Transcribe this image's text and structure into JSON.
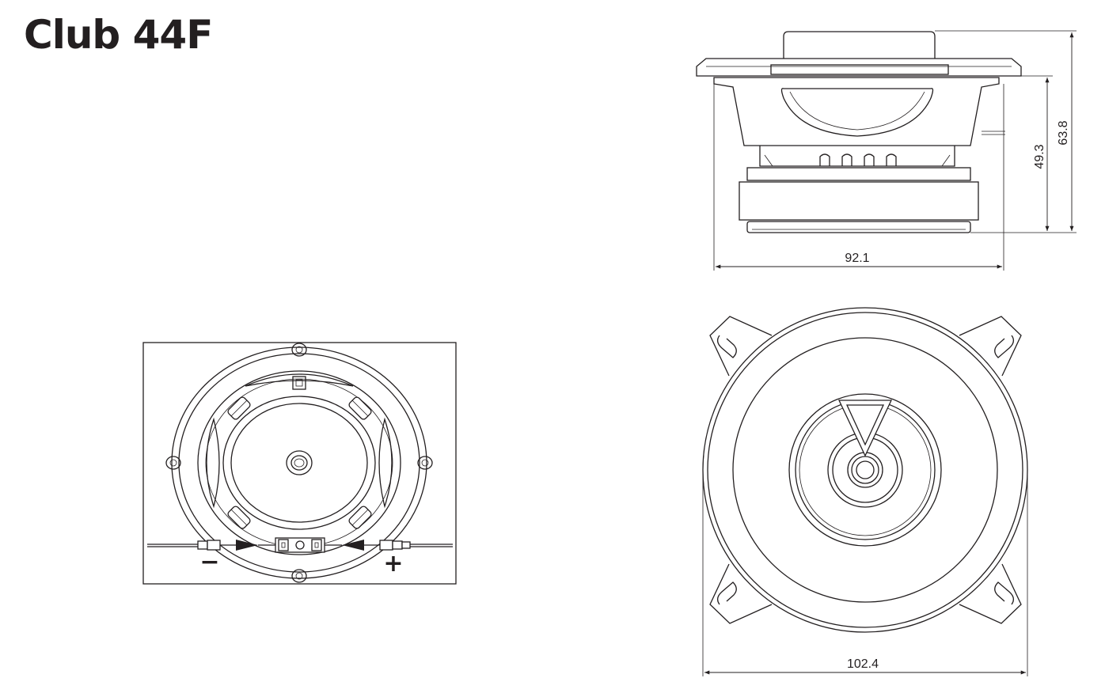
{
  "title": "Club 44F",
  "dimensions": {
    "side_width": "92.1",
    "side_height_total": "63.8",
    "side_height_mount": "49.3",
    "front_width": "102.4"
  },
  "terminals": {
    "negative": "−",
    "positive": "+"
  }
}
